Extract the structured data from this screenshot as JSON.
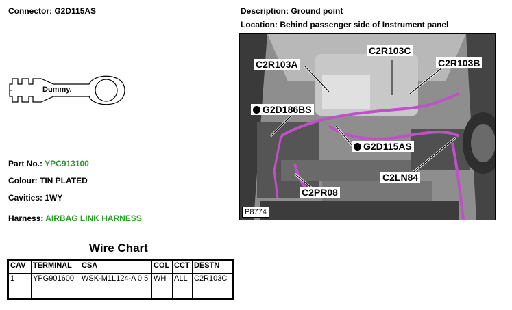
{
  "connector": {
    "label": "Connector:",
    "value": "G2D115AS"
  },
  "description": {
    "label": "Description:",
    "value": "Ground point"
  },
  "location": {
    "label": "Location:",
    "value": "Behind passenger side of Instrument panel"
  },
  "diagram": {
    "label": "Dummy."
  },
  "part_no": {
    "label": "Part No.:",
    "value": "YPC913100"
  },
  "colour": {
    "label": "Colour:",
    "value": "TIN PLATED"
  },
  "cavities": {
    "label": "Cavities:",
    "value": "1WY"
  },
  "harness": {
    "label": "Harness:",
    "value": "AIRBAG LINK HARNESS"
  },
  "photo": {
    "id": "P8774",
    "callouts": {
      "c2r103a": "C2R103A",
      "c2r103c": "C2R103C",
      "c2r103b": "C2R103B",
      "g2d186bs": "G2D186BS",
      "g2d115as": "G2D115AS",
      "c2ln84": "C2LN84",
      "c2pr08": "C2PR08"
    }
  },
  "wire_chart": {
    "title": "Wire Chart",
    "headers": [
      "CAV",
      "TERMINAL",
      "CSA",
      "COL",
      "CCT",
      "DESTN"
    ],
    "rows": [
      [
        "1",
        "YPG901600",
        "WSK-M1L124-A 0.5",
        "WH",
        "ALL",
        "C2R103C"
      ]
    ]
  },
  "colors": {
    "accent_green": "#2a9a2a",
    "wire_purple": "#c050c8"
  }
}
